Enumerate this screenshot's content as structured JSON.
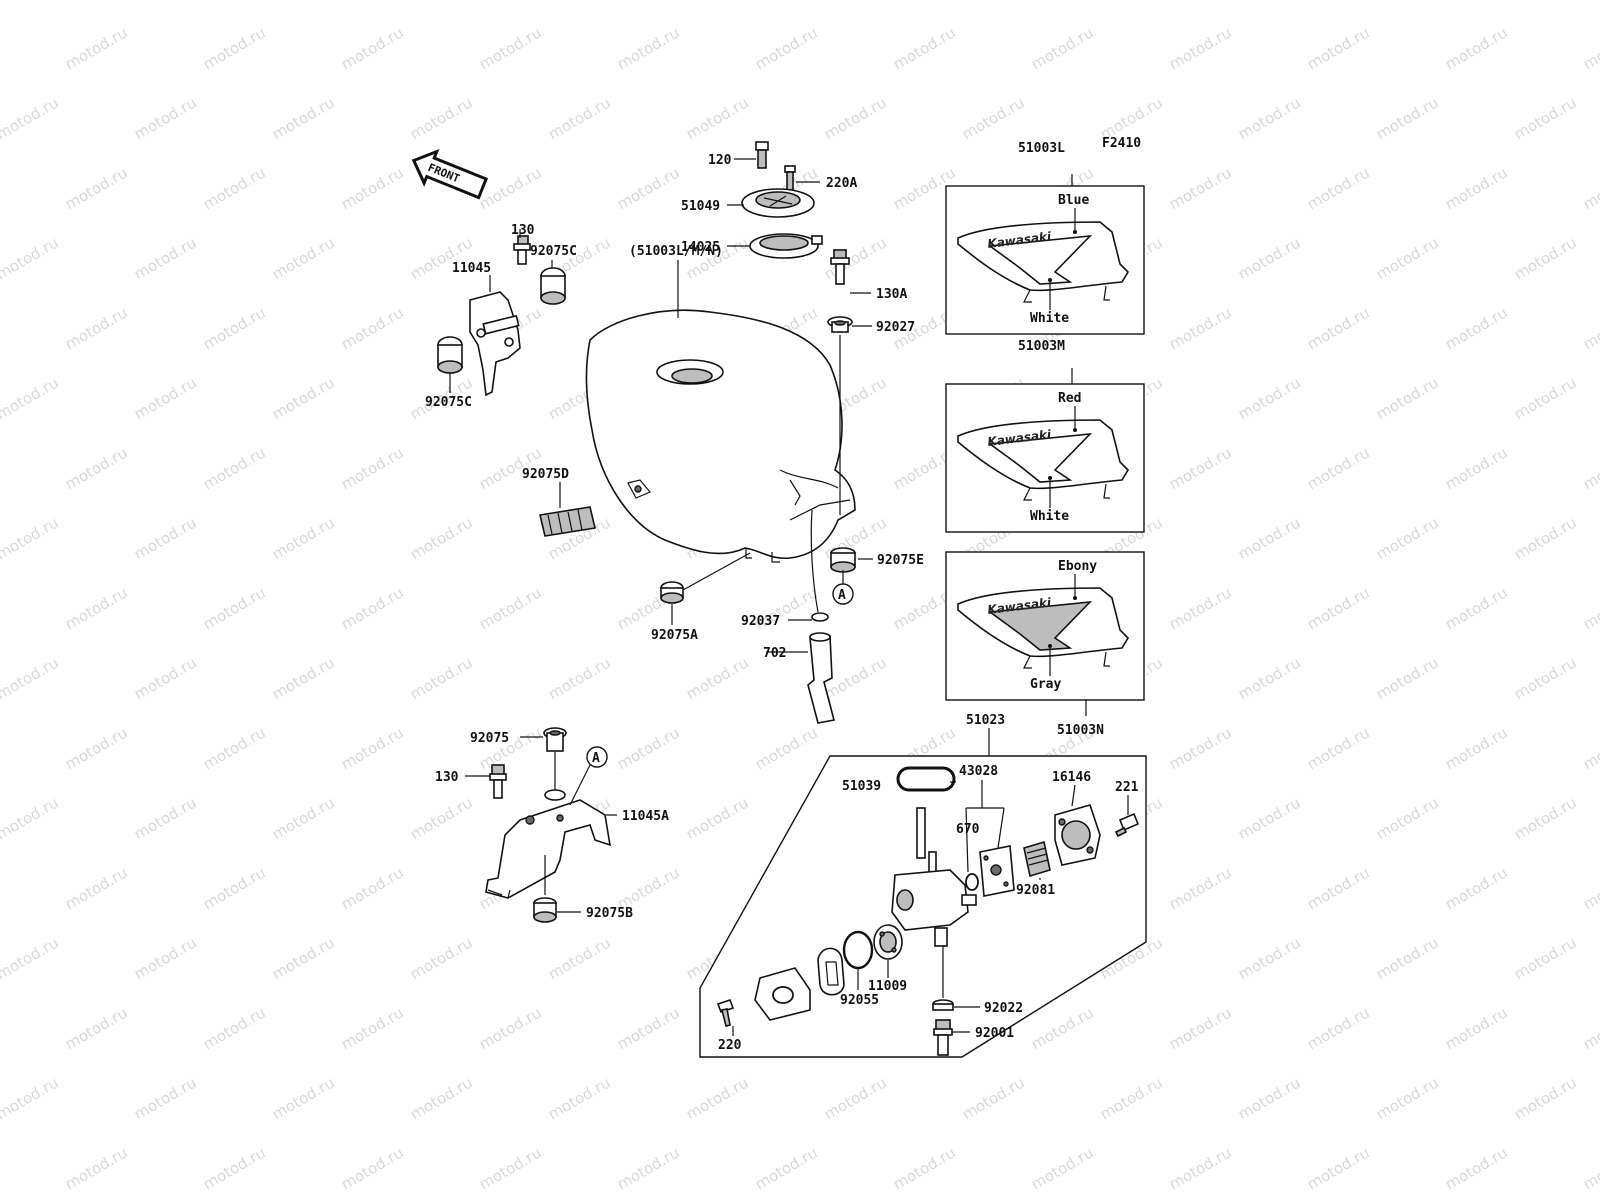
{
  "figure_code": "F2410",
  "front_marker": "FRONT",
  "watermark": "motod.ru",
  "callouts": {
    "c120": "120",
    "c220A": "220A",
    "c51049": "51049",
    "c14025": "14025",
    "c130A": "130A",
    "c92027": "92027",
    "c51003LMN": "(51003L/M/N)",
    "c130": "130",
    "c92075C_top": "92075C",
    "c11045": "11045",
    "c92075C_bottom": "92075C",
    "c92075D": "92075D",
    "c92075E": "92075E",
    "c92075A": "92075A",
    "c92037": "92037",
    "c702": "702",
    "c92075": "92075",
    "c130_lower": "130",
    "c11045A": "11045A",
    "c92075B": "92075B",
    "ref_A_upper": "A",
    "ref_A_lower": "A",
    "c51023": "51023",
    "c43028": "43028",
    "c51039": "51039",
    "c670": "670",
    "c16146": "16146",
    "c221": "221",
    "c92081": "92081",
    "c11009": "11009",
    "c92055": "92055",
    "c92022": "92022",
    "c92001": "92001",
    "c220": "220"
  },
  "color_panels": [
    {
      "part": "51003L",
      "top_color": "Blue",
      "bottom_color": "White",
      "brand": "Kawasaki"
    },
    {
      "part": "51003M",
      "top_color": "Red",
      "bottom_color": "White",
      "brand": "Kawasaki"
    },
    {
      "part": "51003N",
      "top_color": "Ebony",
      "bottom_color": "Gray",
      "brand": "Kawasaki"
    }
  ]
}
